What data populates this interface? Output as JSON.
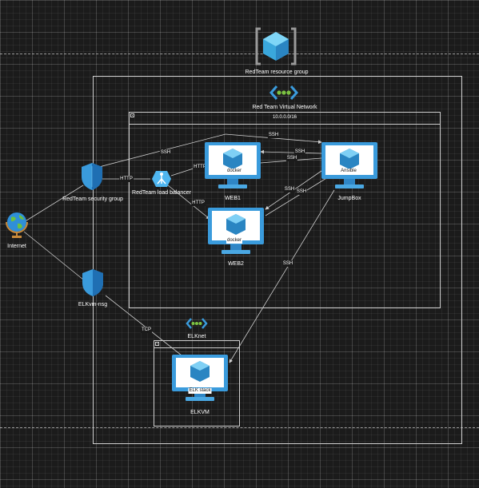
{
  "resource_group": {
    "label": "RedTeam resource group"
  },
  "vnet": {
    "label": "Red Team Virtual Network",
    "subnet": "10.0.0.0/16"
  },
  "elknet": {
    "label": "ELKnet"
  },
  "nodes": {
    "web1": {
      "label": "WEB1",
      "badge": "docker"
    },
    "web2": {
      "label": "WEB2",
      "badge": "docker"
    },
    "jumpbox": {
      "label": "JumpBox",
      "badge": "Ansible"
    },
    "elkvm": {
      "label": "ELKVM",
      "badge": "ELK stack"
    },
    "lb": {
      "label": "RedTeam load balancer"
    },
    "nsg": {
      "label": "RedTeam security group"
    },
    "elk_nsg": {
      "label": "ELKvm-nsg"
    },
    "internet": {
      "label": "Internet"
    }
  },
  "edges": {
    "ssh": "SSH",
    "http": "HTTP",
    "tcp": "TCP"
  },
  "colors": {
    "azure_blue": "#3a9bdc",
    "azure_light": "#7fd0f5",
    "network_green": "#7cc242",
    "line": "#cfcfcf"
  }
}
